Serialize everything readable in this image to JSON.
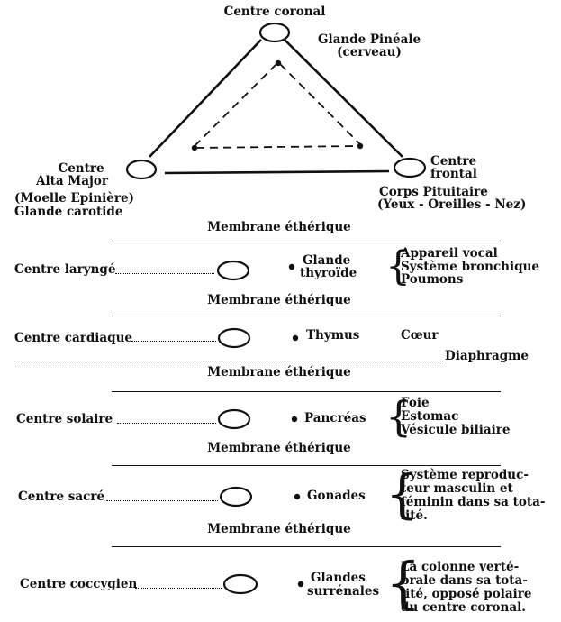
{
  "top": {
    "coronal": "Centre coronal",
    "pineal_1": "Glande Pinéale",
    "pineal_2": "(cerveau)",
    "alta_1": "Centre",
    "alta_2": "Alta Major",
    "alta_3": "(Moelle Epinière)",
    "alta_4": "Glande carotide",
    "frontal_1": "Centre",
    "frontal_2": "frontal",
    "frontal_3": "Corps Pituitaire",
    "frontal_4": "(Yeux - Oreilles - Nez)"
  },
  "membrane_label": "Membrane éthérique",
  "diaphragm_label": "Diaphragme",
  "rows": [
    {
      "center": "Centre laryngé",
      "gland": [
        "Glande",
        "thyroïde"
      ],
      "organs": [
        "Appareil vocal",
        "Système bronchique",
        "Poumons"
      ]
    },
    {
      "center": "Centre cardiaque",
      "gland": [
        "Thymus"
      ],
      "organs": [
        "Cœur"
      ]
    },
    {
      "center": "Centre solaire",
      "gland": [
        "Pancréas"
      ],
      "organs": [
        "Foie",
        "Estomac",
        "Vésicule  biliaire"
      ]
    },
    {
      "center": "Centre sacré",
      "gland": [
        "Gonades"
      ],
      "organs": [
        "Système  reproduc-",
        "teur  masculin  et",
        "féminin  dans  sa  tota-",
        "lité."
      ]
    },
    {
      "center": "Centre coccygien",
      "gland": [
        "Glandes",
        "surrénales"
      ],
      "organs": [
        "La  colonne  verté-",
        "brale  dans  sa  tota-",
        "lité,  opposé  polaire",
        "du  centre  coronal."
      ]
    }
  ]
}
